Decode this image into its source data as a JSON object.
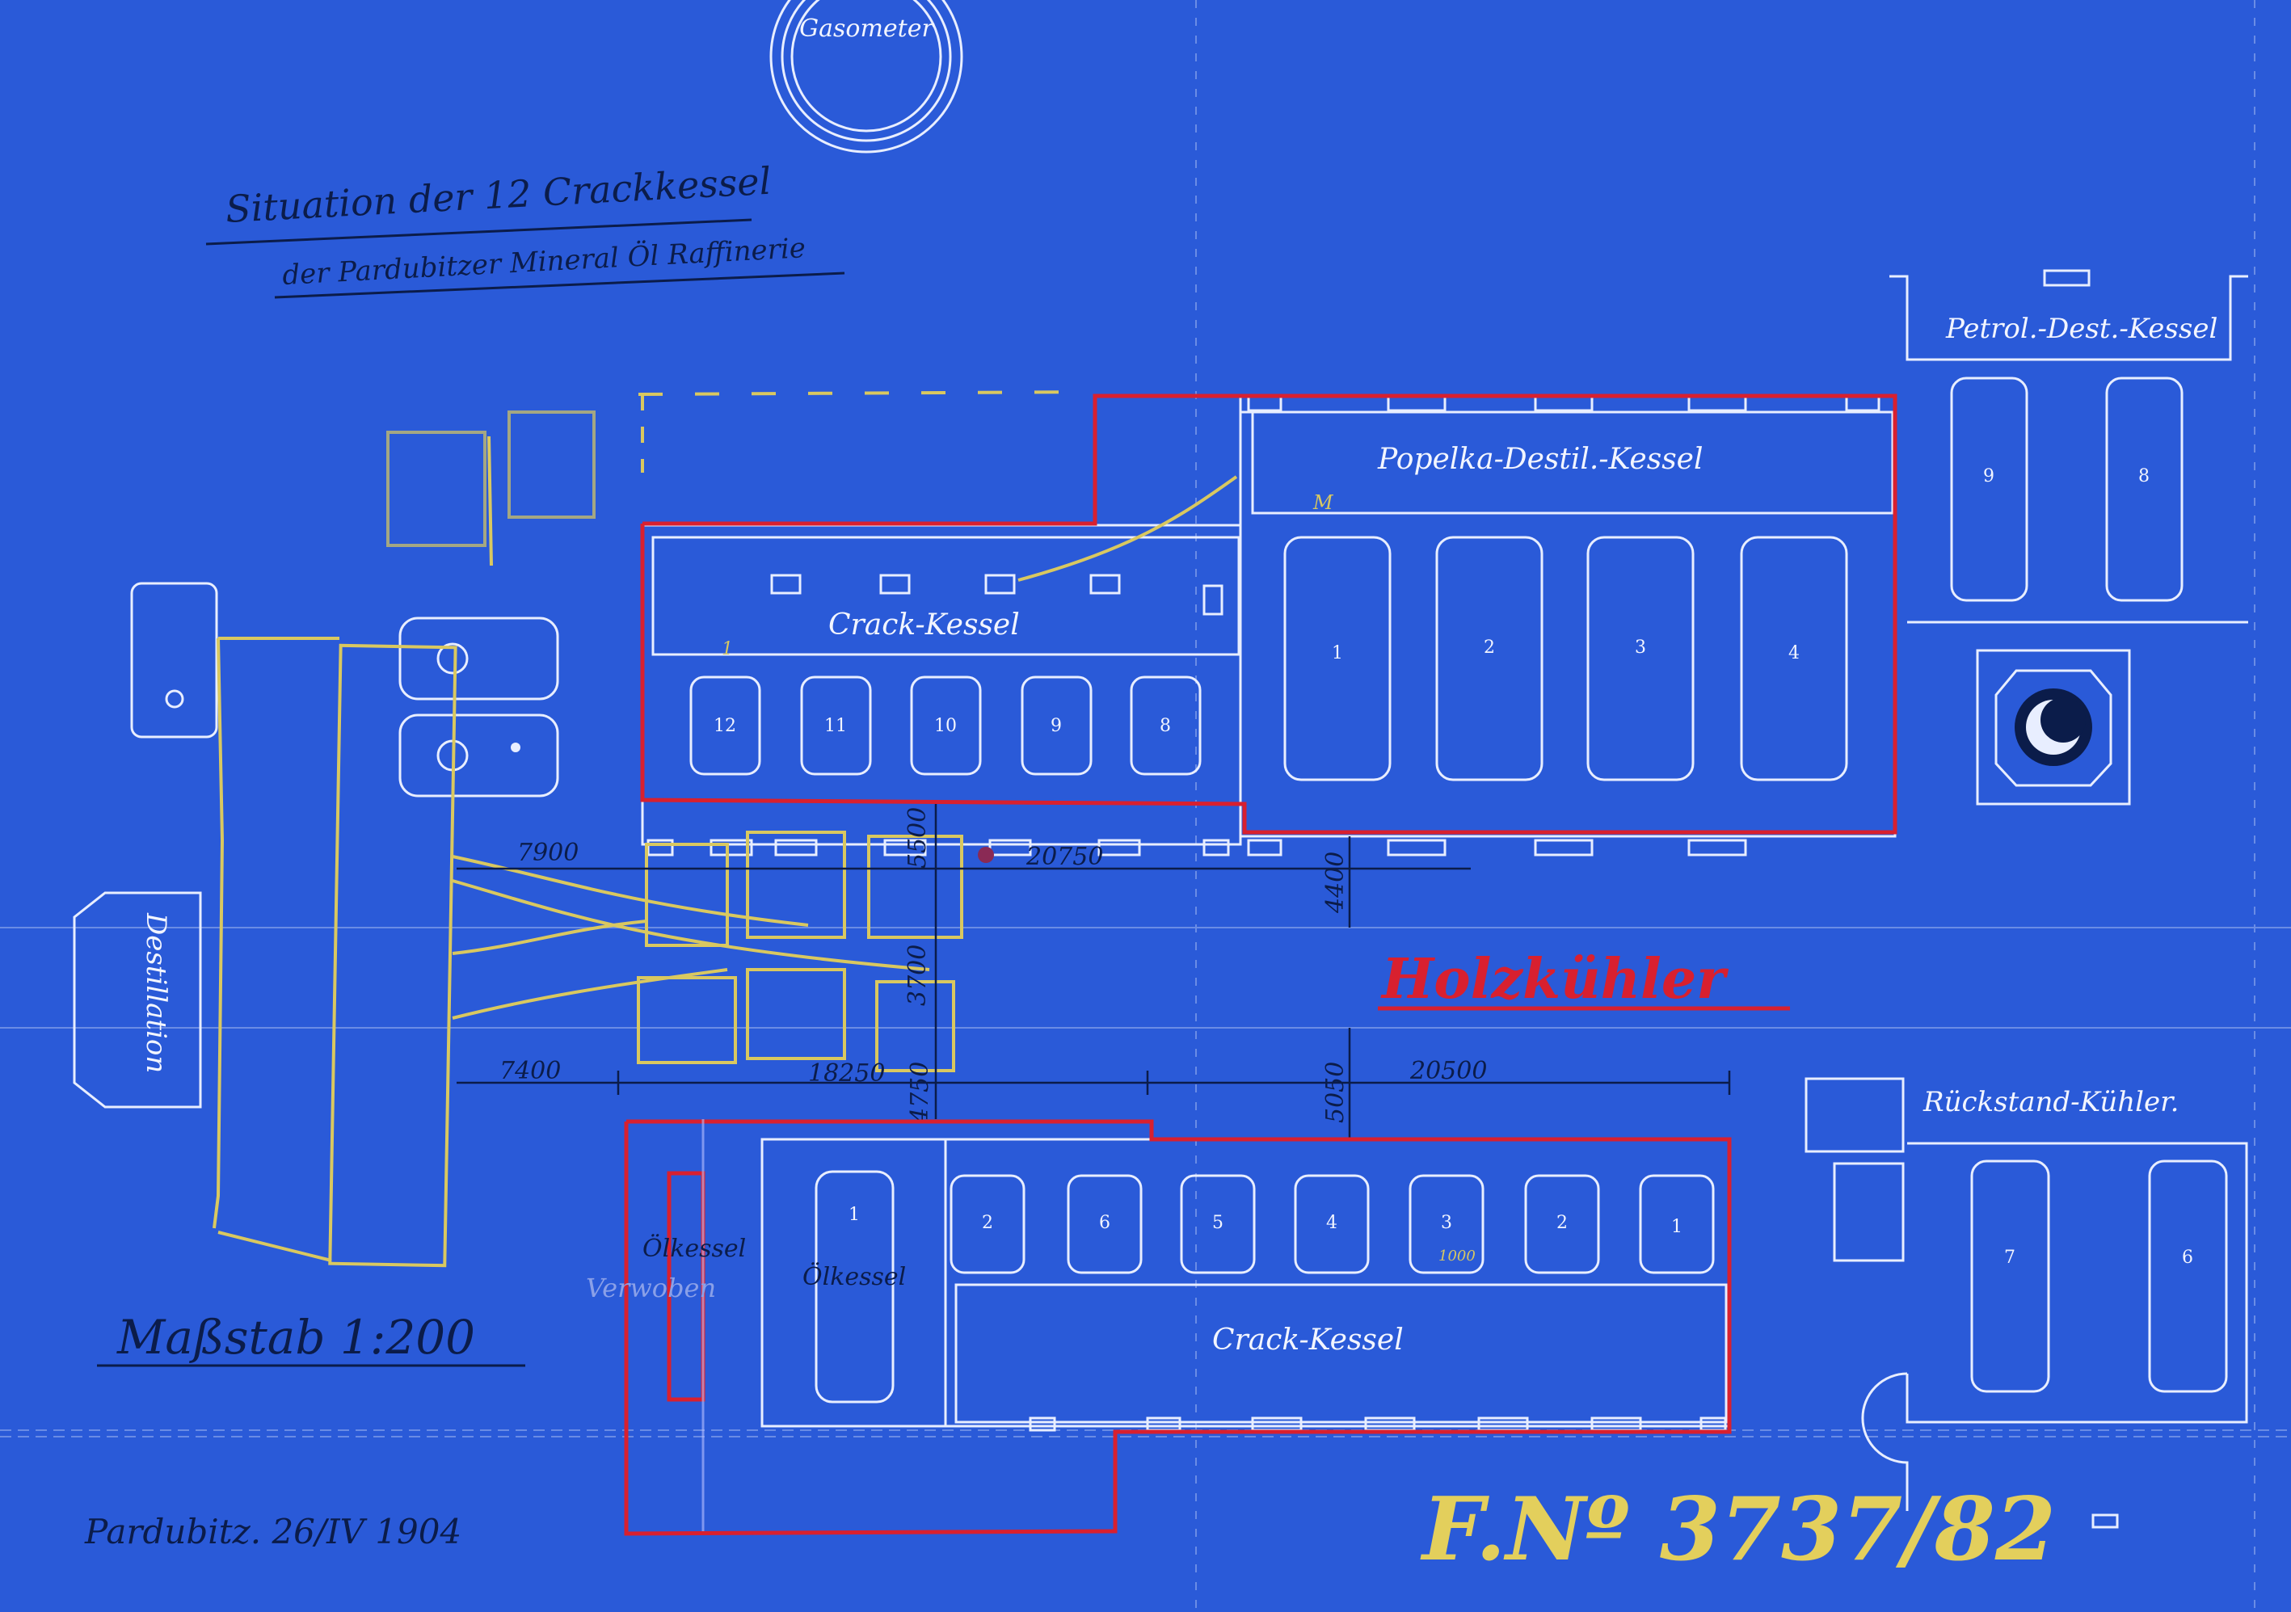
{
  "title_line1": "Situation der 12 Crackkessel",
  "title_line2": "der Pardubitzer Mineral Öl Raffinerie",
  "gasometer_label": "Gasometer",
  "petrol_label": "Petrol.-Dest.-Kessel",
  "popelka_label": "Popelka-Destil.-Kessel",
  "crack_upper_label": "Crack-Kessel",
  "crack_lower_label": "Crack-Kessel",
  "destillation_label": "Destillation",
  "holzkuehler_label": "Holzkühler",
  "rueckstand_label": "Rückstand-Kühler.",
  "oelkessel_label1": "Ölkessel",
  "oelkessel_label2": "Ölkessel",
  "verwoben_label": "Verwoben",
  "scale_label": "Maßstab 1:200",
  "signature_date": "Pardubitz. 26/IV 1904",
  "archive_number": "F.Nº 3737/82",
  "mark_m": "M",
  "mark_1": "1",
  "pencil_note": "1000",
  "dimensions": {
    "d7900": "7900",
    "d5500": "5500",
    "d20750": "20750",
    "d4400": "4400",
    "d3700": "3700",
    "d7400": "7400",
    "d18250": "18250",
    "d4750": "4750",
    "d5050": "5050",
    "d20500": "20500"
  },
  "petrol_kessel": [
    "9",
    "8"
  ],
  "popelka_kessel": [
    "1",
    "2",
    "3",
    "4"
  ],
  "crack_upper_kessel": [
    "12",
    "11",
    "10",
    "9",
    "8"
  ],
  "crack_lower_kessel": [
    "2",
    "6",
    "5",
    "4",
    "3",
    "2",
    "1"
  ],
  "oelkessel_mark": "1",
  "rueckstand_kessel": [
    "7",
    "6"
  ],
  "colors": {
    "paper": "#2a5ad8",
    "line": "#e8eeff",
    "red_pencil": "#d8202f",
    "yellow_pencil": "#d9c860",
    "ink": "#0b1c4a"
  }
}
